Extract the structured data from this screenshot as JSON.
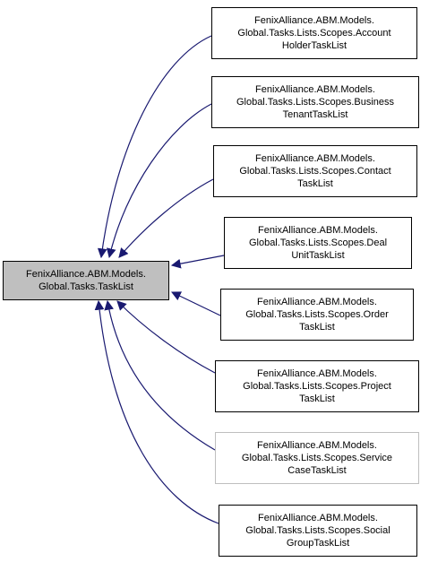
{
  "diagram": {
    "base_node": {
      "name": "base-class-node",
      "lines": [
        "FenixAlliance.ABM.Models.",
        "Global.Tasks.TaskList"
      ],
      "fill": "#bfbfbf"
    },
    "derived_nodes": [
      {
        "name": "derived-node-accountholder",
        "lines": [
          "FenixAlliance.ABM.Models.",
          "Global.Tasks.Lists.Scopes.Account",
          "HolderTaskList"
        ],
        "border": "#000000"
      },
      {
        "name": "derived-node-businesstenant",
        "lines": [
          "FenixAlliance.ABM.Models.",
          "Global.Tasks.Lists.Scopes.Business",
          "TenantTaskList"
        ],
        "border": "#000000"
      },
      {
        "name": "derived-node-contact",
        "lines": [
          "FenixAlliance.ABM.Models.",
          "Global.Tasks.Lists.Scopes.Contact",
          "TaskList"
        ],
        "border": "#000000"
      },
      {
        "name": "derived-node-dealunit",
        "lines": [
          "FenixAlliance.ABM.Models.",
          "Global.Tasks.Lists.Scopes.Deal",
          "UnitTaskList"
        ],
        "border": "#000000"
      },
      {
        "name": "derived-node-order",
        "lines": [
          "FenixAlliance.ABM.Models.",
          "Global.Tasks.Lists.Scopes.Order",
          "TaskList"
        ],
        "border": "#000000"
      },
      {
        "name": "derived-node-project",
        "lines": [
          "FenixAlliance.ABM.Models.",
          "Global.Tasks.Lists.Scopes.Project",
          "TaskList"
        ],
        "border": "#000000"
      },
      {
        "name": "derived-node-servicecase",
        "lines": [
          "FenixAlliance.ABM.Models.",
          "Global.Tasks.Lists.Scopes.Service",
          "CaseTaskList"
        ],
        "border": "#bfbfbf"
      },
      {
        "name": "derived-node-socialgroup",
        "lines": [
          "FenixAlliance.ABM.Models.",
          "Global.Tasks.Lists.Scopes.Social",
          "GroupTaskList"
        ],
        "border": "#000000"
      }
    ],
    "edge_color": "#191970"
  }
}
